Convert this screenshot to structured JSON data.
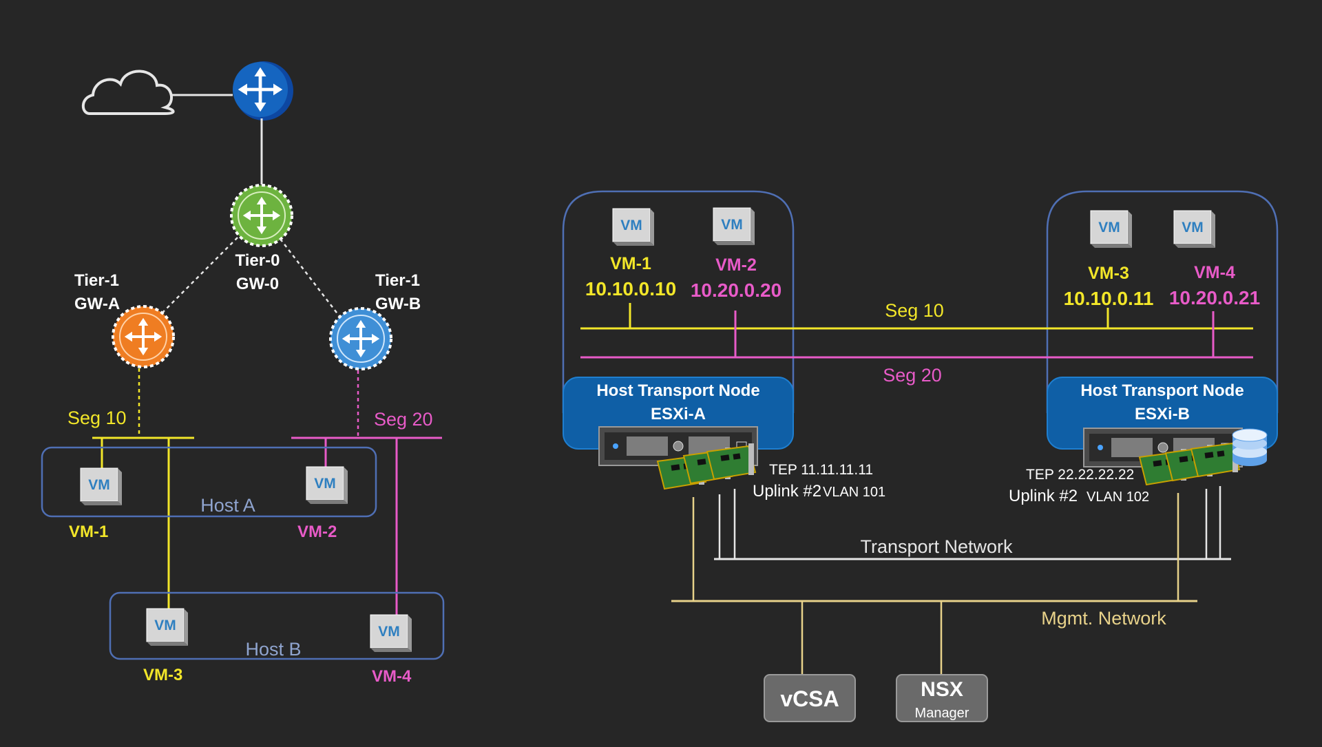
{
  "logical": {
    "tier0": {
      "line1": "Tier-0",
      "line2": "GW-0"
    },
    "tier1a": {
      "line1": "Tier-1",
      "line2": "GW-A"
    },
    "tier1b": {
      "line1": "Tier-1",
      "line2": "GW-B"
    },
    "seg10": "Seg 10",
    "seg20": "Seg 20",
    "host_a": "Host A",
    "host_b": "Host B",
    "vms": [
      "VM-1",
      "VM-2",
      "VM-3",
      "VM-4"
    ],
    "vm_icon_text": "VM"
  },
  "physical": {
    "host_a": {
      "title_line1": "Host Transport Node",
      "title_line2": "ESXi-A",
      "vm1": {
        "name": "VM-1",
        "ip": "10.10.0.10"
      },
      "vm2": {
        "name": "VM-2",
        "ip": "10.20.0.20"
      },
      "tep": "TEP 11.11.11.11",
      "uplink": "Uplink #2",
      "vlan": "VLAN 101"
    },
    "host_b": {
      "title_line1": "Host Transport Node",
      "title_line2": "ESXi-B",
      "vm3": {
        "name": "VM-3",
        "ip": "10.10.0.11"
      },
      "vm4": {
        "name": "VM-4",
        "ip": "10.20.0.21"
      },
      "tep": "TEP 22.22.22.22",
      "uplink": "Uplink #2",
      "vlan": "VLAN 102"
    },
    "seg10": "Seg 10",
    "seg20": "Seg 20",
    "transport_network": "Transport Network",
    "mgmt_network": "Mgmt. Network",
    "vcsa": "vCSA",
    "nsx": "NSX",
    "nsx_sub": "Manager"
  },
  "colors": {
    "background": "#262626",
    "seg10": "#f2e629",
    "seg20": "#e85bc8",
    "host_box": "#4f6fb4",
    "mgmt": "#e8d28a",
    "white_line": "#e6e6e6",
    "tier0": "#6db33f",
    "tier1a": "#ef7d22",
    "tier1b": "#3f8fd6",
    "edge_router": "#1565c0"
  },
  "icons": [
    "cloud-icon",
    "edge-router-icon",
    "router-icon",
    "vm-icon",
    "server-icon",
    "nic-icon",
    "database-icon"
  ]
}
